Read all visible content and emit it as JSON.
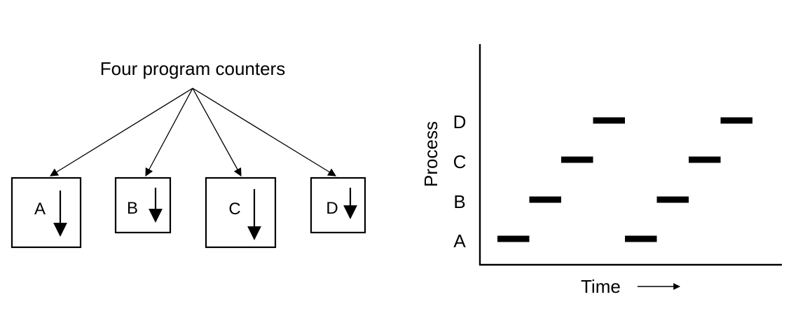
{
  "left_diagram": {
    "caption": "Four program counters",
    "processes": [
      {
        "label": "A"
      },
      {
        "label": "B"
      },
      {
        "label": "C"
      },
      {
        "label": "D"
      }
    ]
  },
  "right_chart": {
    "y_axis_label": "Process",
    "x_axis_label": "Time",
    "process_labels": [
      "A",
      "B",
      "C",
      "D"
    ]
  },
  "chart_data": {
    "type": "timeline",
    "categories": [
      "A",
      "B",
      "C",
      "D"
    ],
    "xlabel": "Time",
    "ylabel": "Process",
    "segments": [
      {
        "process": "A",
        "start": 0,
        "end": 1
      },
      {
        "process": "B",
        "start": 1,
        "end": 2
      },
      {
        "process": "C",
        "start": 2,
        "end": 3
      },
      {
        "process": "D",
        "start": 3,
        "end": 4
      },
      {
        "process": "A",
        "start": 4,
        "end": 5
      },
      {
        "process": "B",
        "start": 5,
        "end": 6
      },
      {
        "process": "C",
        "start": 6,
        "end": 7
      },
      {
        "process": "D",
        "start": 7,
        "end": 8
      }
    ]
  }
}
